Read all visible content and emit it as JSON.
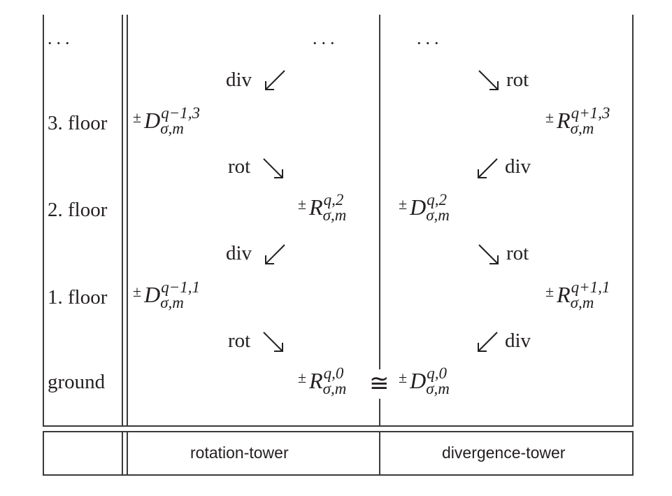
{
  "diagram": {
    "floors": {
      "top": "...",
      "third": "3. floor",
      "second": "2. floor",
      "first": "1. floor",
      "ground": "ground"
    },
    "rotation_tower": {
      "top_dots": "...",
      "arrow_div_3": "div",
      "term_3": {
        "pm": "±",
        "symbol": "D",
        "sup": "q−1,3",
        "sub": "σ,m"
      },
      "arrow_rot_2": "rot",
      "term_2": {
        "pm": "±",
        "symbol": "R",
        "sup": "q,2",
        "sub": "σ,m"
      },
      "arrow_div_1": "div",
      "term_1": {
        "pm": "±",
        "symbol": "D",
        "sup": "q−1,1",
        "sub": "σ,m"
      },
      "arrow_rot_0": "rot",
      "term_0": {
        "pm": "±",
        "symbol": "R",
        "sup": "q,0",
        "sub": "σ,m"
      }
    },
    "divergence_tower": {
      "top_dots": "...",
      "arrow_rot_3": "rot",
      "term_3": {
        "pm": "±",
        "symbol": "R",
        "sup": "q+1,3",
        "sub": "σ,m"
      },
      "arrow_div_2": "div",
      "term_2": {
        "pm": "±",
        "symbol": "D",
        "sup": "q,2",
        "sub": "σ,m"
      },
      "arrow_rot_1": "rot",
      "term_1": {
        "pm": "±",
        "symbol": "R",
        "sup": "q+1,1",
        "sub": "σ,m"
      },
      "arrow_div_0": "div",
      "term_0": {
        "pm": "±",
        "symbol": "D",
        "sup": "q,0",
        "sub": "σ,m"
      }
    },
    "isomorphism": "≅",
    "footer": {
      "rotation_label": "rotation-tower",
      "divergence_label": "divergence-tower"
    }
  }
}
